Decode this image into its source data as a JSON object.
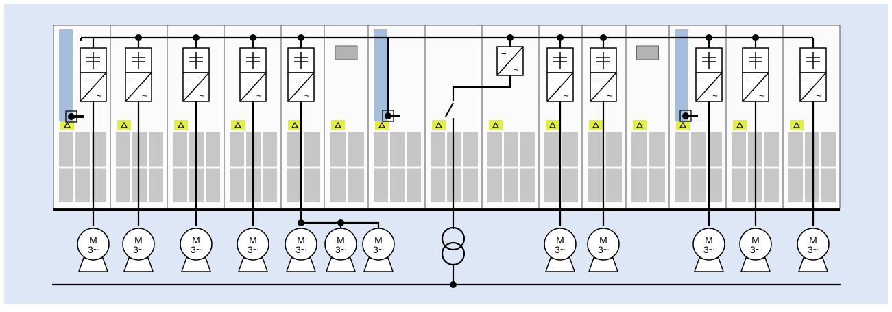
{
  "colors": {
    "background": "#dde7f6",
    "cabinet_fill": "#fbfbfb",
    "cabinet_stroke": "#555555",
    "line": "#000000",
    "module": "#c7c7c7",
    "warning": "#e2ee42",
    "status_bar": "#a6bedb",
    "display": "#b3b3b3"
  },
  "cabinets": [
    {
      "kind": "drive",
      "status_bar": true,
      "breaker": true
    },
    {
      "kind": "drive"
    },
    {
      "kind": "drive"
    },
    {
      "kind": "drive"
    },
    {
      "kind": "drive"
    },
    {
      "kind": "control",
      "display": true
    },
    {
      "kind": "infeed",
      "status_bar": true,
      "breaker": true
    },
    {
      "kind": "switch"
    },
    {
      "kind": "line-converter"
    },
    {
      "kind": "drive"
    },
    {
      "kind": "drive"
    },
    {
      "kind": "control",
      "display": true
    },
    {
      "kind": "drive",
      "status_bar": true,
      "breaker": true
    },
    {
      "kind": "drive"
    },
    {
      "kind": "drive"
    }
  ],
  "symbols": {
    "dc_symbol": "=",
    "ac_symbol": "~"
  },
  "motors": [
    {
      "top": "M",
      "bottom": "3~"
    },
    {
      "top": "M",
      "bottom": "3~"
    },
    {
      "top": "M",
      "bottom": "3~"
    },
    {
      "top": "M",
      "bottom": "3~"
    },
    {
      "top": "M",
      "bottom": "3~"
    },
    {
      "top": "M",
      "bottom": "3~"
    },
    {
      "top": "M",
      "bottom": "3~"
    },
    {
      "top": "M",
      "bottom": "3~"
    },
    {
      "top": "M",
      "bottom": "3~"
    },
    {
      "top": "M",
      "bottom": "3~"
    },
    {
      "top": "M",
      "bottom": "3~"
    },
    {
      "top": "M",
      "bottom": "3~"
    }
  ],
  "icons": {
    "warning": "warning-triangle-icon",
    "converter": "converter-symbol-icon",
    "transformer": "transformer-icon",
    "motor": "motor-icon",
    "switch": "disconnect-switch-icon"
  }
}
